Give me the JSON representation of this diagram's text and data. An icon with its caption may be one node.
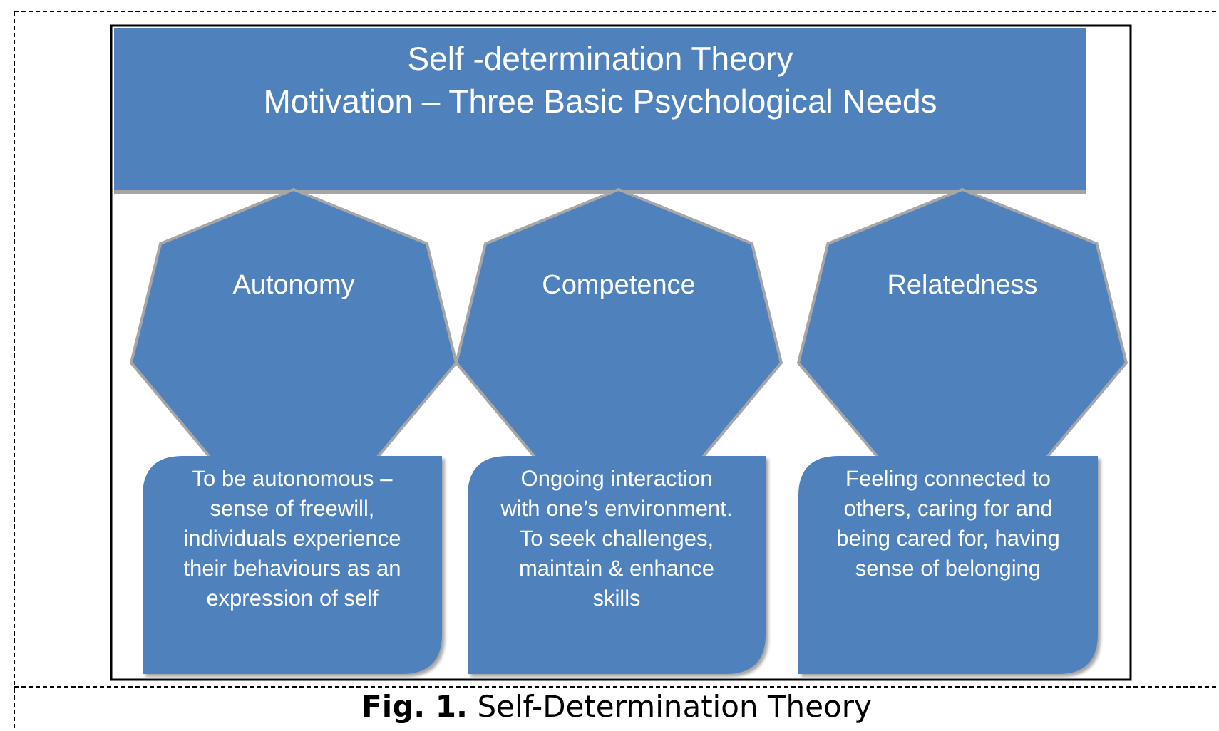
{
  "diagram": {
    "caption": "**Fig. 1.** Self-Determination Theory",
    "nodes": [
      {
        "text": [
          "Self -determination Theory",
          "Motivation – Three Basic Psychological Needs"
        ]
      },
      {
        "text": [
          "Autonomy"
        ]
      },
      {
        "text": [
          "Competence"
        ]
      },
      {
        "text": [
          "Relatedness"
        ]
      },
      {
        "text": [
          "To be autonomous – sense of freewill, individuals experience their behaviours as an expression of self"
        ]
      },
      {
        "text": [
          "Ongoing interaction with one’s environment. To seek challenges, maintain & enhance skills"
        ]
      },
      {
        "text": [
          "Feeling connected to others, caring for and being cared for, having sense of belonging"
        ]
      }
    ]
  }
}
